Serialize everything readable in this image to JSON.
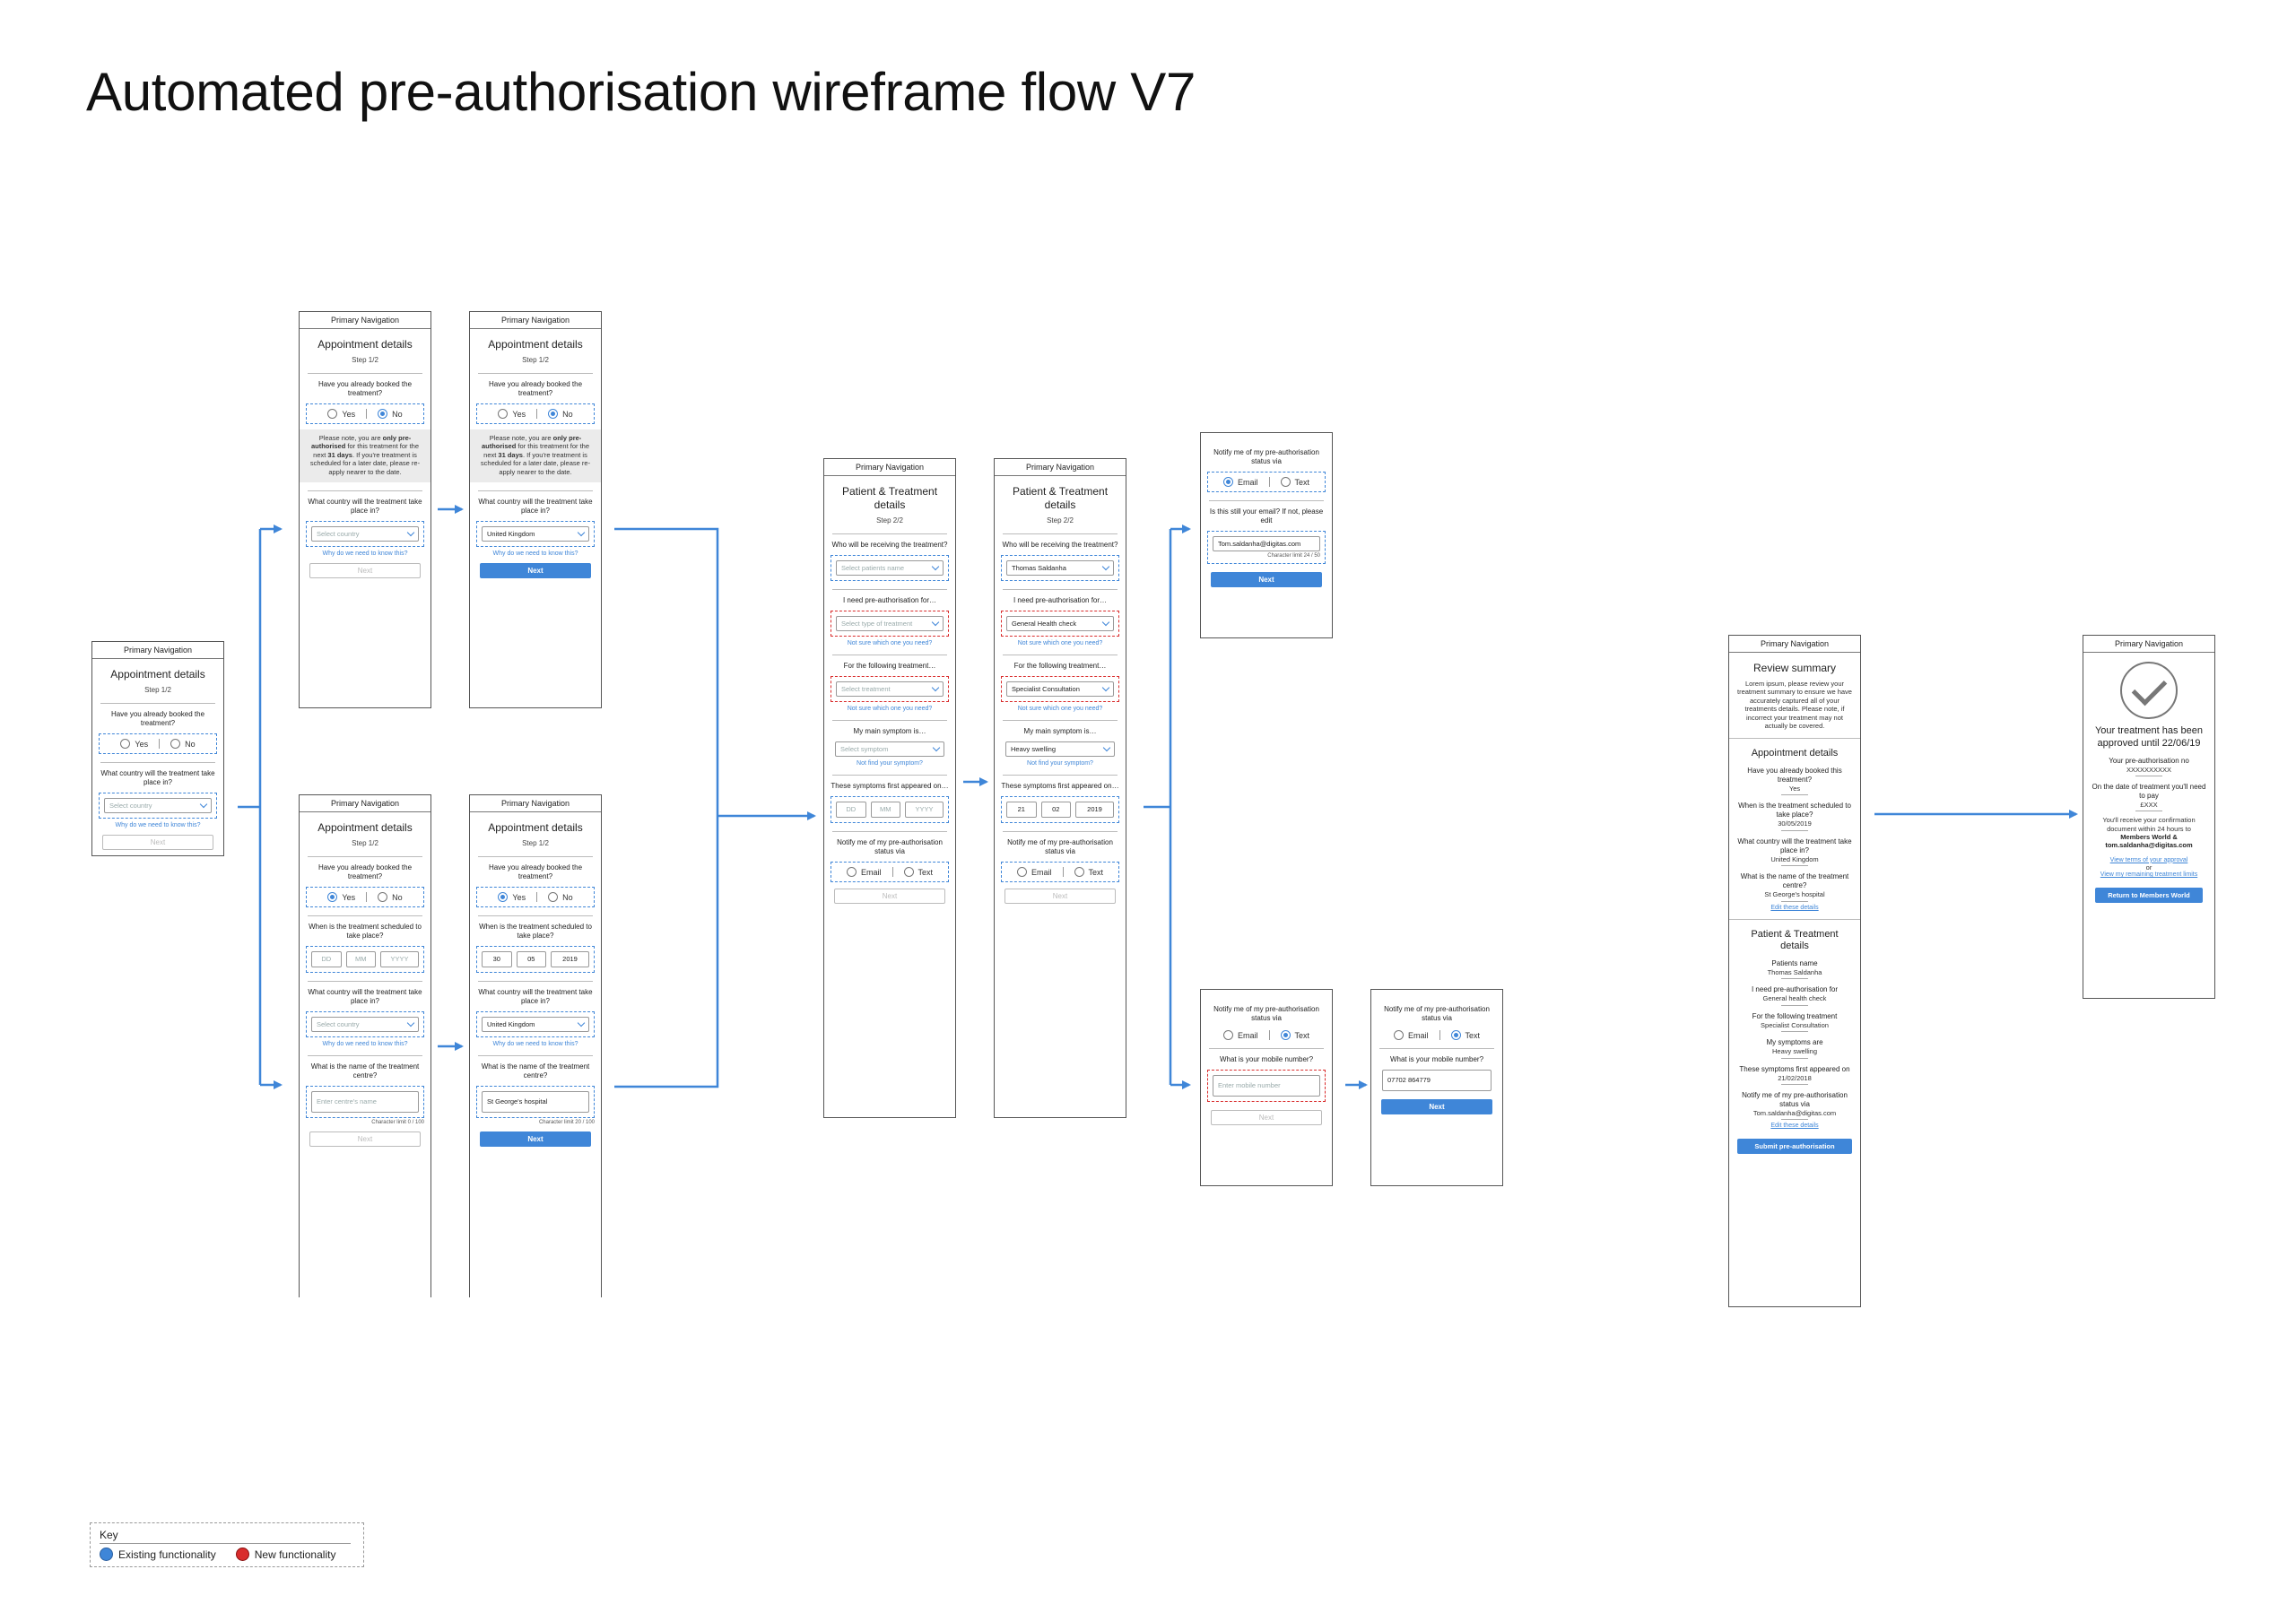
{
  "title": "Automated pre-authorisation wireframe flow V7",
  "colors": {
    "accent": "#3f86d8",
    "new_functionality": "#d92c2c"
  },
  "common": {
    "nav": "Primary Navigation",
    "appt": "Appointment details",
    "step1": "Step 1/2",
    "step2": "Step 2/2",
    "q_booked": "Have you already booked the treatment?",
    "yes": "Yes",
    "no": "No",
    "q_country": "What country will the treatment take place in?",
    "select_country": "Select country",
    "why": "Why do we need to know this?",
    "next": "Next",
    "note_pre": "Please note, you are ",
    "note_b1": "only pre-authorised",
    "note_mid": " for this treatment for the next ",
    "note_b2": "31 days",
    "note_post": ". If you're treatment is scheduled for a later date, please re-apply nearer to the date.",
    "q_when": "When is the treatment scheduled to take place?",
    "dd": "DD",
    "mm": "MM",
    "yyyy": "YYYY",
    "q_centre": "What is the name of the treatment centre?",
    "enter_centre": "Enter centre's name",
    "limit0": "Character limit 0 / 100",
    "limit1": "Character limit 20 / 100",
    "uk": "United Kingdom",
    "st_georges": "St George's hospital",
    "d30": "30",
    "m05": "05",
    "y2019": "2019",
    "patient_title": "Patient & Treatment details",
    "q_who": "Who will be receiving the treatment?",
    "select_patient": "Select patients name",
    "q_need": "I need pre-authorisation for…",
    "select_type": "Select type of treatment",
    "not_sure": "Not sure which one you need?",
    "q_following": "For the following treatment…",
    "select_treatment": "Select treatment",
    "q_symptom": "My main symptom is…",
    "select_symptom": "Select symptom",
    "not_find": "Not find your symptom?",
    "q_first": "These symptoms first appeared on…",
    "q_notify": "Notify me of my pre-authorisation status via",
    "email": "Email",
    "text": "Text",
    "thomas": "Thomas Saldanha",
    "general": "General Health check",
    "specialist": "Specialist Consultation",
    "heavy": "Heavy swelling",
    "d21": "21",
    "m02": "02",
    "q_still_email": "Is this still your email? If not, please edit",
    "email_val": "Tom.saldanha@digitas.com",
    "limit_email": "Character limit 24 / 50",
    "q_mobile": "What is your mobile number?",
    "enter_mobile": "Enter mobile number",
    "mobile_val": "07702 864779"
  },
  "review": {
    "title": "Review summary",
    "intro": "Lorem ipsum, please review your treatment summary to ensure we have accurately captured all of your treatments details. Please note, if incorrect your treatment may not actually be covered.",
    "section1": "Appointment details",
    "a1q": "Have you already booked this treatment?",
    "a1": "Yes",
    "a2q": "When is the treatment scheduled to take place?",
    "a2": "30/05/2019",
    "a3q": "What country will the treatment take place in?",
    "a3": "United Kingdom",
    "a4q": "What is the name of the treatment centre?",
    "a4": "St George's hospital",
    "edit": "Edit these details",
    "section2": "Patient & Treatment details",
    "b1q": "Patients name",
    "b1": "Thomas Saldanha",
    "b2q": "I need pre-authorisation for",
    "b2": "General health check",
    "b3q": "For the following treatment",
    "b3": "Specialist Consultation",
    "b4q": "My symptoms are",
    "b4": "Heavy swelling",
    "b5q": "These symptoms first appeared on",
    "b5": "21/02/2018",
    "b6q": "Notify me of my pre-authorisation status via",
    "b6": "Tom.saldanha@digitas.com",
    "submit": "Submit pre-authorisation"
  },
  "confirm": {
    "approved": "Your treatment has been approved until 22/06/19",
    "preauth_label": "Your pre-authorisation no",
    "preauth_no": "XXXXXXXXXX",
    "pay_label": "On the date of treatment you'll need to pay",
    "pay": "£XXX",
    "doc": "You'll receive your confirmation document within 24 hours to",
    "doc_b": "Members World & tom.saldanha@digitas.com",
    "terms": "View terms of your approval",
    "or": "or",
    "limits": "View my remaining treatment limits",
    "return": "Return to Members World"
  },
  "key": {
    "title": "Key",
    "existing": "Existing functionality",
    "new": "New functionality"
  }
}
